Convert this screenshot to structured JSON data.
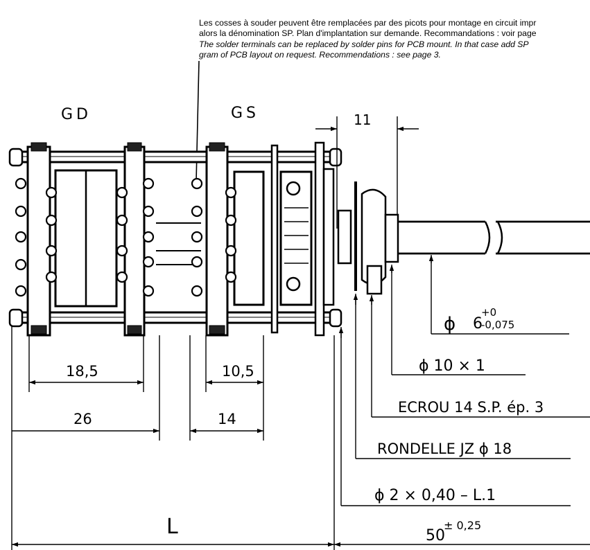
{
  "notes": {
    "fr_line1": "Les cosses à souder peuvent être remplacées par des picots pour montage en circuit impr",
    "fr_line2": "alors la dénomination SP. Plan d'implantation sur demande. Recommandations : voir page",
    "en_line1": "The solder terminals can be replaced by solder pins for PCB mount. In that case add SP",
    "en_line2": "gram of PCB layout on request. Recommendations : see page 3."
  },
  "labels": {
    "gd": "GD",
    "gs": "GS"
  },
  "dimensions": {
    "top_width": "11",
    "gd_inner": "18,5",
    "gd_outer": "26",
    "gs_inner": "10,5",
    "gs_outer": "14",
    "overall_length": "L",
    "shaft_length": "50",
    "shaft_tolerance": "± 0,25"
  },
  "callouts": {
    "shaft_diameter": {
      "symbol": "ϕ",
      "value": "6",
      "tol_upper": "+0",
      "tol_lower": "-0,075"
    },
    "bushing": "ϕ  10 × 1",
    "nut": "ECROU   14  S.P. ép. 3",
    "washer": "RONDELLE  JZ ϕ 18",
    "pins": "ϕ  2 × 0,40  –  L.1"
  }
}
